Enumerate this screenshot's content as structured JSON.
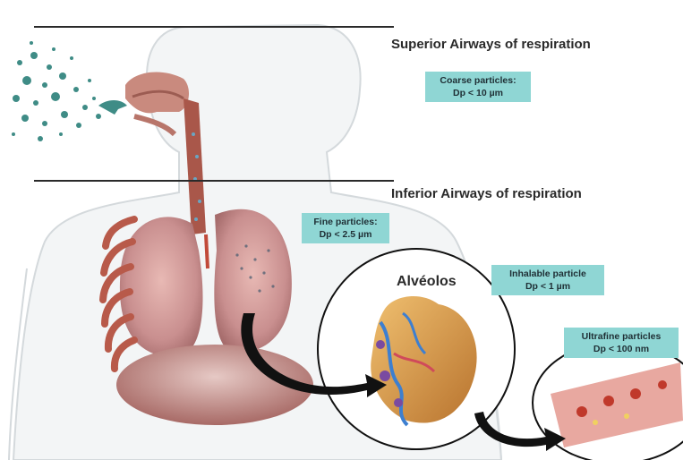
{
  "sections": {
    "superior": "Superior Airways of respiration",
    "inferior": "Inferior Airways of respiration"
  },
  "callouts": {
    "coarse": {
      "line1": "Coarse particles:",
      "line2": "Dp < 10 µm"
    },
    "fine": {
      "line1": "Fine particles:",
      "line2": "Dp < 2.5 µm"
    },
    "inhalable": {
      "line1": "Inhalable particle",
      "line2": "Dp < 1 µm"
    },
    "ultrafine": {
      "line1": "Ultrafine particles",
      "line2": "Dp < 100 nm"
    }
  },
  "alveolos_label": "Alvéolos",
  "colors": {
    "callout_bg": "#8fd6d4",
    "body_outline": "#d9dde0",
    "lung": "#c98f8f",
    "rib": "#b85a4a",
    "particle": "#3f8c86",
    "arrow": "#111111",
    "vein": "#3d7fd0"
  }
}
